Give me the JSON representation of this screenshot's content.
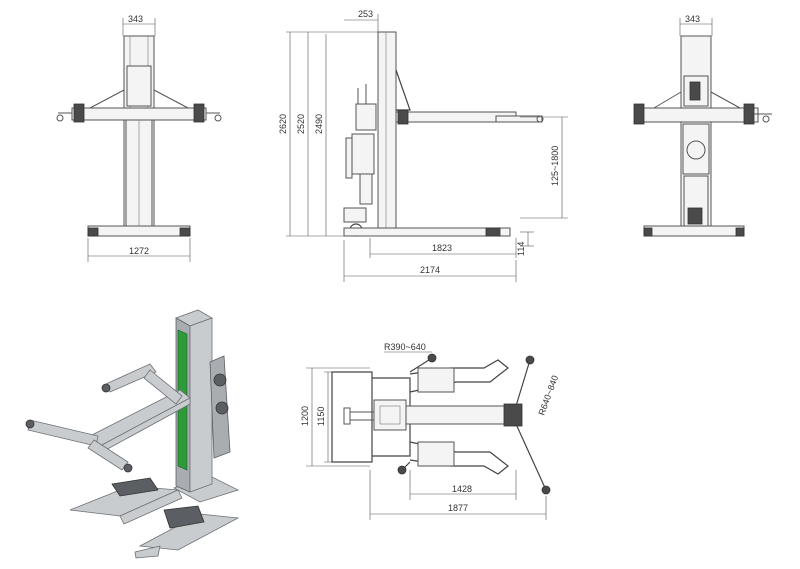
{
  "front_view": {
    "top_width": "343",
    "base_width": "1272"
  },
  "side_view": {
    "total_height": "2620",
    "height_2": "2520",
    "height_3": "2490",
    "top_offset": "253",
    "lift_range": "125~1800",
    "arm_length": "1823",
    "total_length": "2174",
    "ground_clearance": "114"
  },
  "rear_view": {
    "top_width": "343"
  },
  "plan_view": {
    "arm_radius_short": "R390~640",
    "arm_radius_long": "R640~840",
    "width_outer": "1200",
    "width_inner": "1150",
    "length_1": "1428",
    "length_2": "1877"
  },
  "colors": {
    "line": "#555555",
    "column_green": "#2e9a3a"
  }
}
